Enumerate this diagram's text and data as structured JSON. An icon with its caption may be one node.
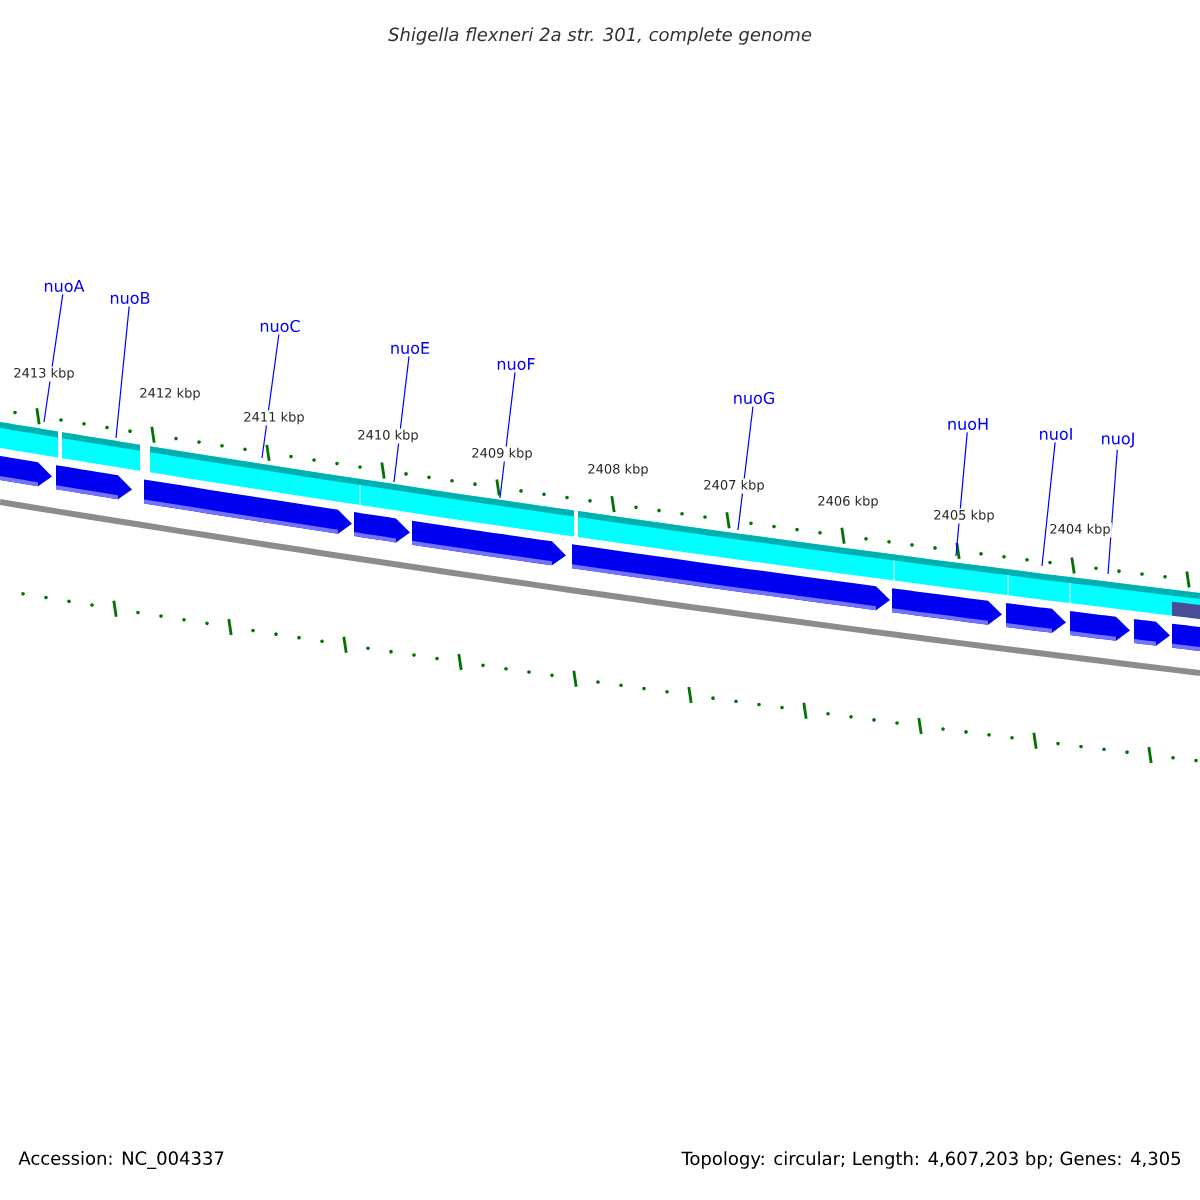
{
  "diagram": {
    "title": "Shigella flexneri 2a str. 301, complete genome",
    "nodes": [
      {
        "text": [
          "nuoA"
        ]
      },
      {
        "text": [
          "nuoB"
        ]
      },
      {
        "text": [
          "nuoC"
        ]
      },
      {
        "text": [
          "nuoE"
        ]
      },
      {
        "text": [
          "nuoF"
        ]
      },
      {
        "text": [
          "nuoG"
        ]
      },
      {
        "text": [
          "nuoH"
        ]
      },
      {
        "text": [
          "nuoI"
        ]
      },
      {
        "text": [
          "nuoJ"
        ]
      }
    ],
    "edges": [
      {
        "from": 0,
        "to": null,
        "arrow": "none"
      },
      {
        "from": 1,
        "to": null,
        "arrow": "none"
      },
      {
        "from": 2,
        "to": null,
        "arrow": "none"
      },
      {
        "from": 3,
        "to": null,
        "arrow": "none"
      },
      {
        "from": 4,
        "to": null,
        "arrow": "none"
      },
      {
        "from": 5,
        "to": null,
        "arrow": "none"
      },
      {
        "from": 6,
        "to": null,
        "arrow": "none"
      },
      {
        "from": 7,
        "to": null,
        "arrow": "none"
      },
      {
        "from": 8,
        "to": null,
        "arrow": "none"
      }
    ],
    "labels": [
      "2413 kbp",
      "2412 kbp",
      "2411 kbp",
      "2410 kbp",
      "2409 kbp",
      "2408 kbp",
      "2407 kbp",
      "2406 kbp",
      "2405 kbp",
      "2404 kbp",
      "Accession: NC_004337",
      "Topology: circular; Length: 4,607,203 bp; Genes: 4,305"
    ]
  }
}
